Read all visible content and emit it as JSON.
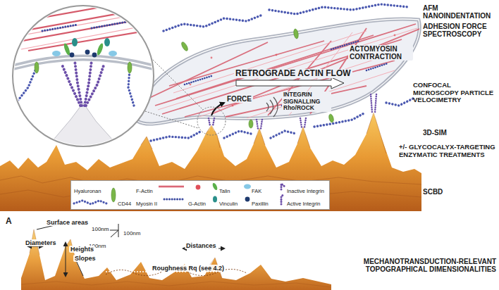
{
  "diagram": {
    "labels": [
      "AFM NANOINDENTATION",
      "ADHESION FORCE SPECTROSCOPY",
      "RETROGRADE ACTIN FLOW",
      "ACTOMYOSIN CONTRACTION",
      "FORCE",
      "INTEGRIN SIGNALLING Rho/ROCK",
      "CONFOCAL MICROSCOPY PARTICLE VELOCIMETRY",
      "3D-SIM",
      "+/- GLYCOCALYX-TARGETING ENZYMATIC TREATMENTS",
      "SCBD",
      "A",
      "Surface areas",
      "100nm",
      "100nm",
      "100nm",
      "Diameters",
      "Heights",
      "Slopes",
      "Distances",
      "Roughness Rq (see 4.2)",
      "MECHANOTRANSDUCTION-RELEVANT TOPOGRAPHICAL DIMENSIONALITIES"
    ],
    "legend": [
      {
        "text": "Hyaluronan"
      },
      {
        "text": "CD44"
      },
      {
        "text": "F-Actin"
      },
      {
        "text": "Myosin II"
      },
      {
        "text": "G-Actin"
      },
      {
        "text": "Talin"
      },
      {
        "text": "Vinculin"
      },
      {
        "text": "FAK"
      },
      {
        "text": "Paxillin"
      },
      {
        "text": "Inactive Integrin"
      },
      {
        "text": "Active Integrin"
      }
    ]
  }
}
